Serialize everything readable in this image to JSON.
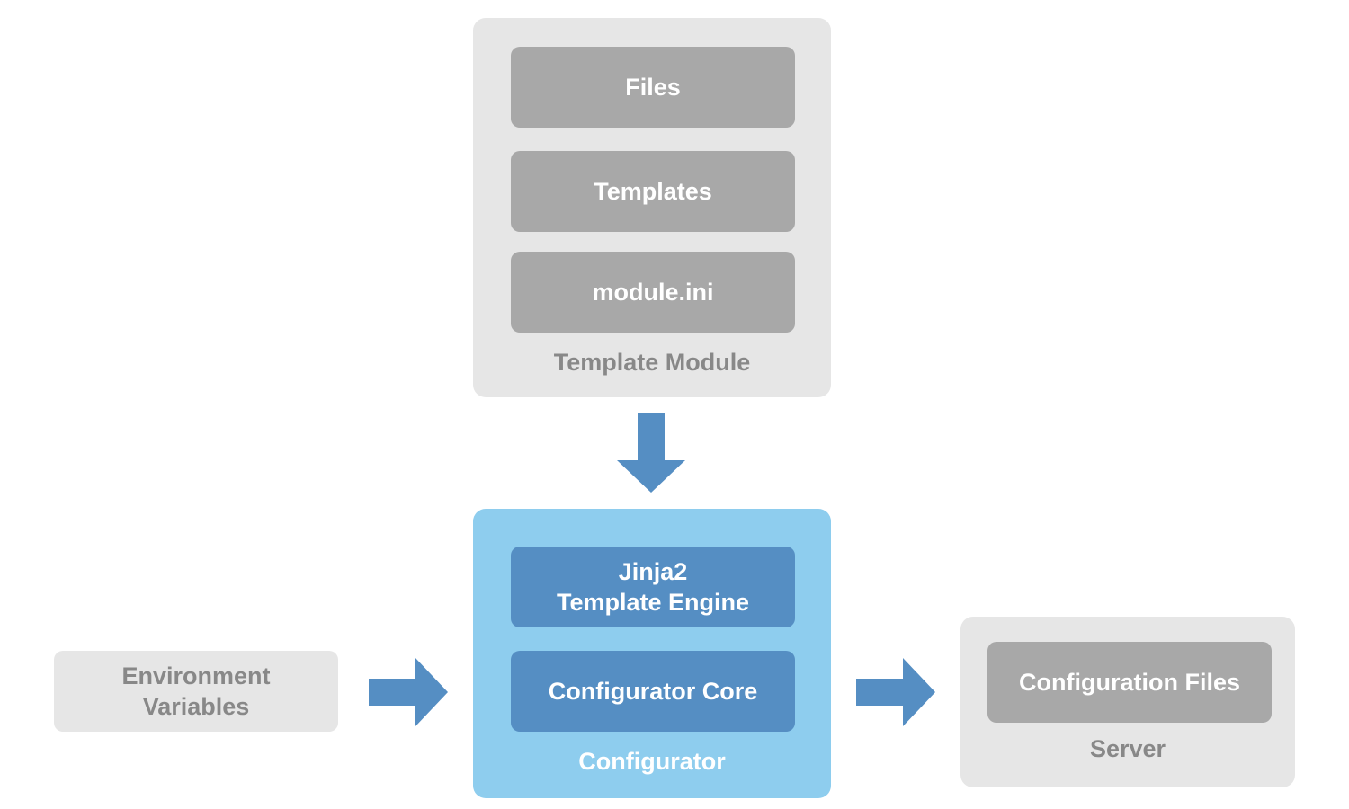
{
  "template_module": {
    "label": "Template Module",
    "items": [
      "Files",
      "Templates",
      "module.ini"
    ]
  },
  "configurator": {
    "label": "Configurator",
    "engine": "Jinja2\nTemplate Engine",
    "core": "Configurator Core"
  },
  "environment": {
    "label": "Environment\nVariables"
  },
  "server": {
    "label": "Server",
    "files": "Configuration Files"
  },
  "colors": {
    "panel_gray": "#e6e6e6",
    "box_gray": "#a8a8a8",
    "panel_blue": "#8ecdee",
    "box_blue": "#558ec3",
    "arrow": "#558ec3",
    "label_gray": "#888888"
  },
  "edges": [
    {
      "from": "Template Module",
      "to": "Configurator"
    },
    {
      "from": "Environment Variables",
      "to": "Configurator"
    },
    {
      "from": "Configurator",
      "to": "Server"
    }
  ]
}
